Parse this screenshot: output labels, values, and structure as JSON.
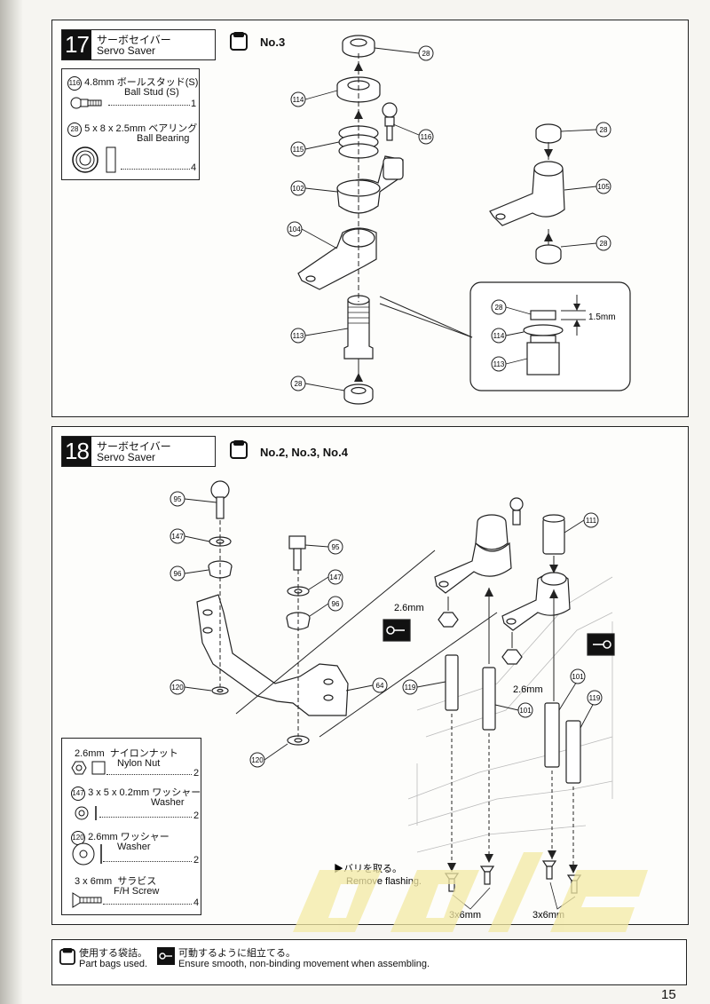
{
  "page_number": "15",
  "step17": {
    "number": "17",
    "title_jp": "サーボセイバー",
    "title_en": "Servo Saver",
    "bag": "No.3",
    "parts": [
      {
        "id": "116",
        "size": "4.8mm",
        "name_jp": "ボールスタッド(S)",
        "name_en": "Ball Stud (S)",
        "qty": "1"
      },
      {
        "id": "28",
        "size": "5 x 8 x 2.5mm",
        "name_jp": "ベアリング",
        "name_en": "Ball Bearing",
        "qty": "4"
      }
    ],
    "callouts": [
      "28",
      "114",
      "116",
      "115",
      "102",
      "104",
      "113",
      "28",
      "28",
      "105",
      "28"
    ],
    "detail": {
      "callouts": [
        "28",
        "114",
        "113"
      ],
      "dimension": "1.5mm"
    }
  },
  "step18": {
    "number": "18",
    "title_jp": "サーボセイバー",
    "title_en": "Servo Saver",
    "bag": "No.2, No.3, No.4",
    "parts": [
      {
        "size": "2.6mm",
        "name_jp": "ナイロンナット",
        "name_en": "Nylon Nut",
        "qty": "2"
      },
      {
        "id": "147",
        "size": "3 x 5 x 0.2mm",
        "name_jp": "ワッシャー",
        "name_en": "Washer",
        "qty": "2"
      },
      {
        "id": "120",
        "size": "2.6mm",
        "name_jp": "ワッシャー",
        "name_en": "Washer",
        "qty": "2"
      },
      {
        "size": "3 x 6mm",
        "name_jp": "サラビス",
        "name_en": "F/H Screw",
        "qty": "4"
      }
    ],
    "callouts": [
      "95",
      "147",
      "96",
      "95",
      "147",
      "96",
      "120",
      "64",
      "120",
      "111",
      "119",
      "101",
      "101",
      "119"
    ],
    "labels": {
      "nut_size_left": "2.6mm",
      "nut_size_right": "2.6mm",
      "flash_jp": "▶バリを取る。",
      "flash_en": "Remove flashing.",
      "screw_left": "3x6mm",
      "screw_right": "3x6mm"
    }
  },
  "legend": {
    "bags_jp": "使用する袋詰。",
    "bags_en": "Part bags used.",
    "smooth_jp": "可動するように組立てる。",
    "smooth_en": "Ensure smooth, non-binding movement when assembling."
  },
  "colors": {
    "line": "#222222",
    "watermark": "#f3e9a4"
  }
}
